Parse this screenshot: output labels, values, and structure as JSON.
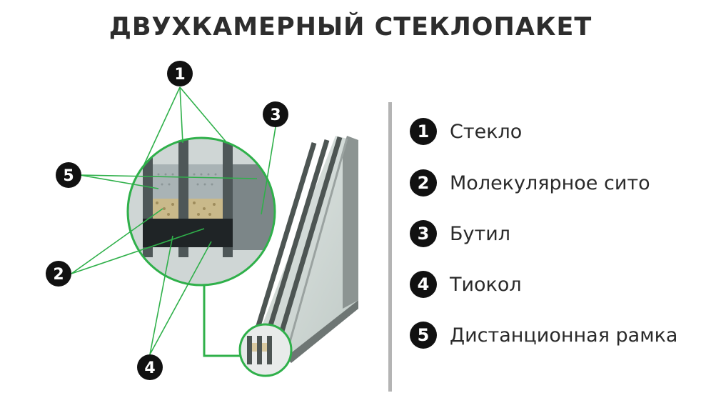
{
  "title": "ДВУХКАМЕРНЫЙ СТЕКЛОПАКЕТ",
  "legend": [
    {
      "number": "1",
      "label": "Стекло"
    },
    {
      "number": "2",
      "label": "Молекулярное сито"
    },
    {
      "number": "3",
      "label": "Бутил"
    },
    {
      "number": "4",
      "label": "Тиокол"
    },
    {
      "number": "5",
      "label": "Дистанционная рамка"
    }
  ],
  "callouts": [
    "1",
    "2",
    "3",
    "4",
    "5"
  ],
  "colors": {
    "accent_green": "#2fb04a",
    "badge": "#111111",
    "frame": "#5b6266"
  }
}
